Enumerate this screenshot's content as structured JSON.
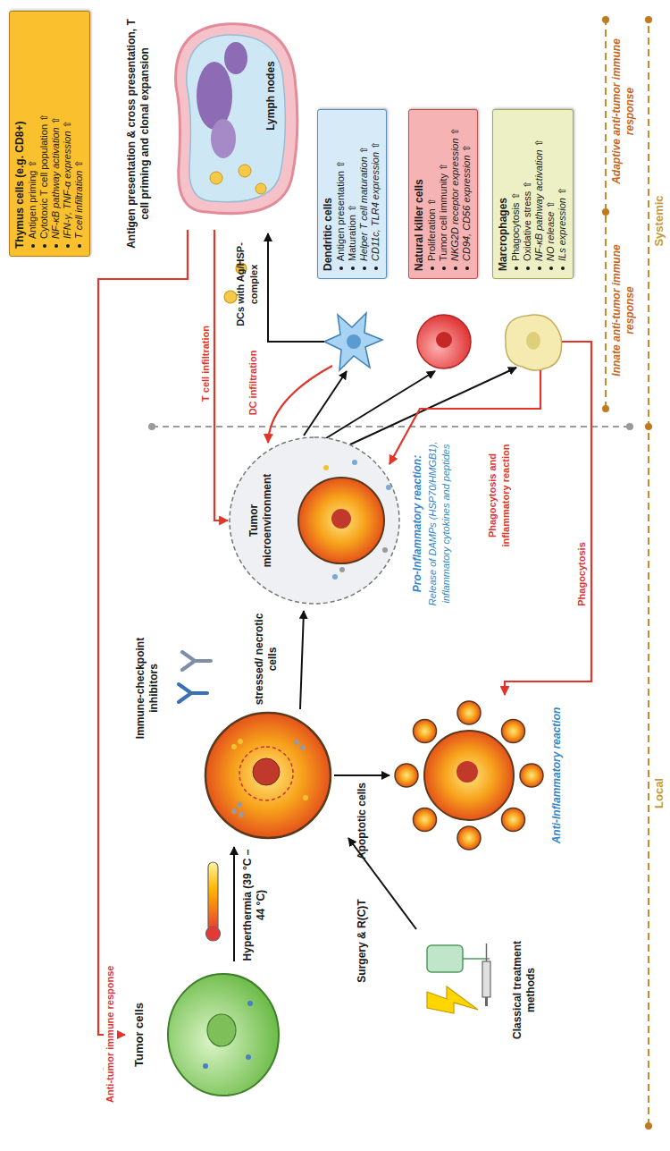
{
  "diagram": {
    "nodes": [
      {
        "text": [
          "Tumor cells"
        ]
      },
      {
        "text": [
          "Tumor microenvironment"
        ]
      },
      {
        "text": [
          "Thymus cells (e.g. CD8+)",
          "Antigen priming ⇧",
          "Cytotoxic T cell population ⇧",
          "NF-κB pathway activation ⇧",
          "IFN-γ, TNF-α expression ⇧",
          "T cell infiltration ⇧"
        ]
      },
      {
        "text": [
          "Lymph nodes"
        ]
      },
      {
        "text": [
          "Dendritic cells",
          "Antigen presentation ⇧",
          "Maturation ⇧",
          "Helper T cell maturation ⇧",
          "CD11c, TLR4 expression ⇧"
        ]
      },
      {
        "text": [
          "Natural killer cells",
          "Proliferation ⇧",
          "Tumor cell immunity ⇧",
          "NKG2D receptor expression ⇧",
          "CD94, CD56 expression ⇧"
        ]
      },
      {
        "text": [
          "Marcrophages",
          "Phagocytosis ⇧",
          "Oxidative stress ⇧",
          "NF-κB pathway activation ⇧",
          "NO release ⇧",
          "ILs expression ⇧"
        ]
      }
    ],
    "edges": [
      {
        "from": 3,
        "to": 1,
        "label": "T cell infiltration",
        "arrow": "to"
      },
      {
        "from": 3,
        "to": 0,
        "label": "Anti-tumor immune response",
        "arrow": "to"
      }
    ],
    "labels": [
      "Hyperthermia (39 °C – 44 °C)",
      "Immune-checkpoint inhibitors",
      "stressed/ necrotic cells",
      "Apoptotic cells",
      "Surgery & R(C)T",
      "Classical treatment methods",
      "Anti-Inflammatory reaction",
      "Pro-Inflammatory reaction:",
      "Release of DAMPs (HSP70/HMGB1), inflammatory cytokines and peptides",
      "Antigen presentation & cross presentation, T cell priming and clonal expansion",
      "DCs with Ag/HSP-complex",
      "DC infiltration",
      "Phagocytosis and inflammatory reaction",
      "Phagocytosis",
      "Innate anti-tumor immune response",
      "Adaptive anti-tumor immune response",
      "Local",
      "Systemic"
    ]
  }
}
